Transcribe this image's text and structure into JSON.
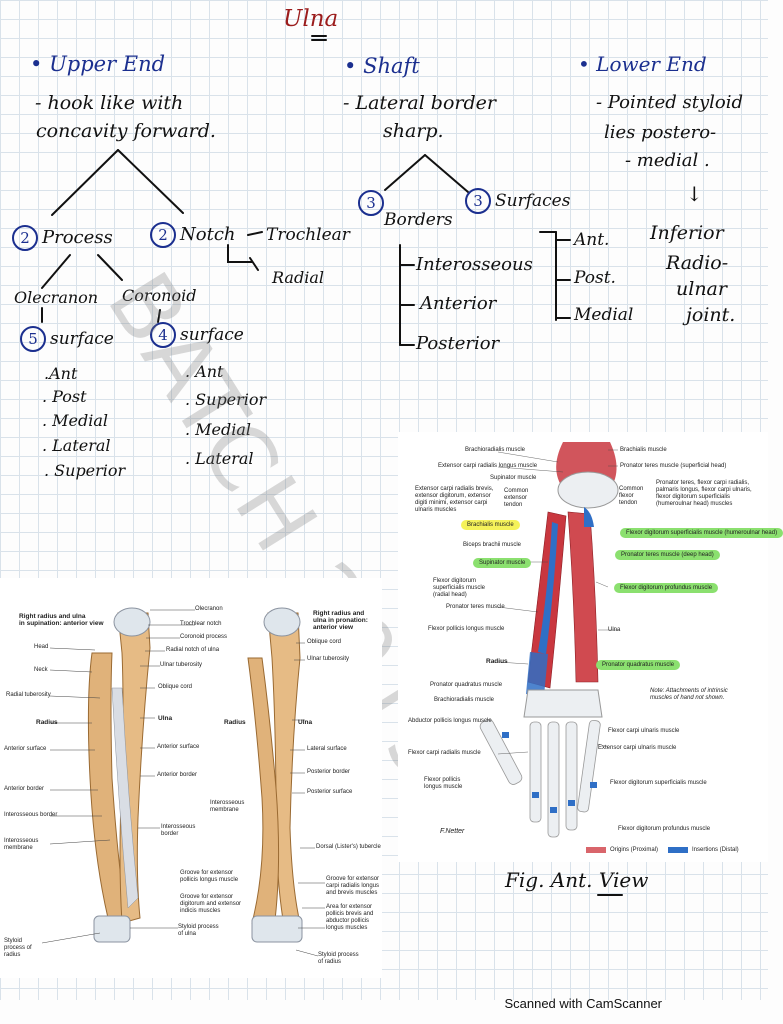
{
  "title": "Ulna",
  "upper_end": {
    "heading": "Upper End",
    "description": [
      "- hook like with",
      "concavity forward."
    ],
    "process": {
      "num": "2",
      "label": "Process"
    },
    "notch": {
      "num": "2",
      "label": "Notch",
      "trochlear": "Trochlear",
      "radial": "Radial"
    },
    "olecranon": {
      "label": "Olecranon",
      "num": "5",
      "surface": "surface",
      "items": [
        ".Ant",
        ". Post",
        ". Medial",
        ". Lateral",
        ". Superior"
      ]
    },
    "coronoid": {
      "label": "Coronoid",
      "num": "4",
      "surface": "surface",
      "items": [
        ". Ant",
        ". Superior",
        ". Medial",
        ". Lateral"
      ]
    }
  },
  "shaft": {
    "heading": "Shaft",
    "description": [
      "- Lateral border",
      "sharp."
    ],
    "borders": {
      "num": "3",
      "label": "Borders",
      "items": [
        "Interosseous",
        "Anterior",
        "Posterior"
      ]
    },
    "surfaces": {
      "num": "3",
      "label": "Surfaces",
      "items": [
        "Ant.",
        "Post.",
        "Medial"
      ]
    }
  },
  "lower_end": {
    "heading": "Lower End",
    "description": [
      "- Pointed styloid",
      "lies postero-",
      "- medial ."
    ],
    "arrow": "↓",
    "joint": [
      "Inferior",
      "Radio-",
      "ulnar",
      "joint."
    ]
  },
  "watermark": "BATCH 2019",
  "figure_left": {
    "caption_supination": [
      "Right radius and ulna",
      "in supination: anterior view"
    ],
    "caption_pronation": [
      "Right radius and",
      "ulna in pronation:",
      "anterior view"
    ],
    "labels_left": [
      "Head",
      "Neck",
      "Radial tuberosity",
      "Radius",
      "Anterior surface",
      "Anterior border",
      "Interosseous border",
      "Interosseous membrane",
      "Styloid process of radius"
    ],
    "labels_mid": [
      "Olecranon",
      "Trochlear notch",
      "Coronoid process",
      "Radial notch of ulna",
      "Ulnar tuberosity",
      "Oblique cord",
      "Ulna",
      "Anterior surface",
      "Anterior border",
      "Interosseous border",
      "Styloid process of ulna",
      "Groove for extensor pollicis longus muscle",
      "Groove for extensor digitorum and extensor indicis muscles",
      "Radius",
      "Interosseous membrane"
    ],
    "labels_right": [
      "Oblique cord",
      "Ulnar tuberosity",
      "Ulna",
      "Lateral surface",
      "Posterior border",
      "Posterior surface",
      "Dorsal (Lister's) tubercle",
      "Groove for extensor carpi radialis longus and brevis muscles",
      "Area for extensor pollicis brevis and abductor pollicis longus muscles",
      "Styloid process of radius"
    ]
  },
  "figure_right": {
    "labels_left": [
      "Brachioradialis muscle",
      "Extensor carpi radialis longus muscle",
      "Supinator muscle",
      "Extensor carpi radialis brevis, extensor digitorum, extensor digiti minimi, extensor carpi ulnaris muscles",
      "Common extensor tendon",
      "Brachialis muscle",
      "Biceps brachii muscle",
      "Supinator muscle",
      "Flexor digitorum superficialis muscle (radial head)",
      "Pronator teres muscle",
      "Flexor pollicis longus muscle",
      "Radius",
      "Pronator quadratus muscle",
      "Brachioradialis muscle",
      "Abductor pollicis longus muscle",
      "Flexor carpi radialis muscle",
      "Flexor pollicis longus muscle"
    ],
    "labels_right": [
      "Brachialis muscle",
      "Pronator teres muscle (superficial head)",
      "Common flexor tendon",
      "Pronator teres, flexor carpi radialis, palmaris longus, flexor carpi ulnaris, flexor digitorum superficialis (humeroulnar head) muscles",
      "Flexor digitorum superficialis muscle (humeroulnar head)",
      "Pronator teres muscle (deep head)",
      "Flexor digitorum profundus muscle",
      "Ulna",
      "Pronator quadratus muscle",
      "Note: Attachments of intrinsic muscles of hand not shown.",
      "Flexor carpi ulnaris muscle",
      "Extensor carpi ulnaris muscle",
      "Flexor digitorum superficialis muscle",
      "Flexor digitorum profundus muscle"
    ],
    "legend": {
      "origins": "Origins (Proximal)",
      "insertions": "Insertions (Distal)"
    },
    "signature": "F.Netter"
  },
  "fig_caption": "Fig. Ant. View",
  "footer": "Scanned with CamScanner",
  "colors": {
    "ink": "#111111",
    "blue_ink": "#1b2f8f",
    "red_ink": "#9b1c1c",
    "bone": "#e0b27a",
    "muscle_red": "#c9373f",
    "insertion_blue": "#2f6fc6"
  }
}
